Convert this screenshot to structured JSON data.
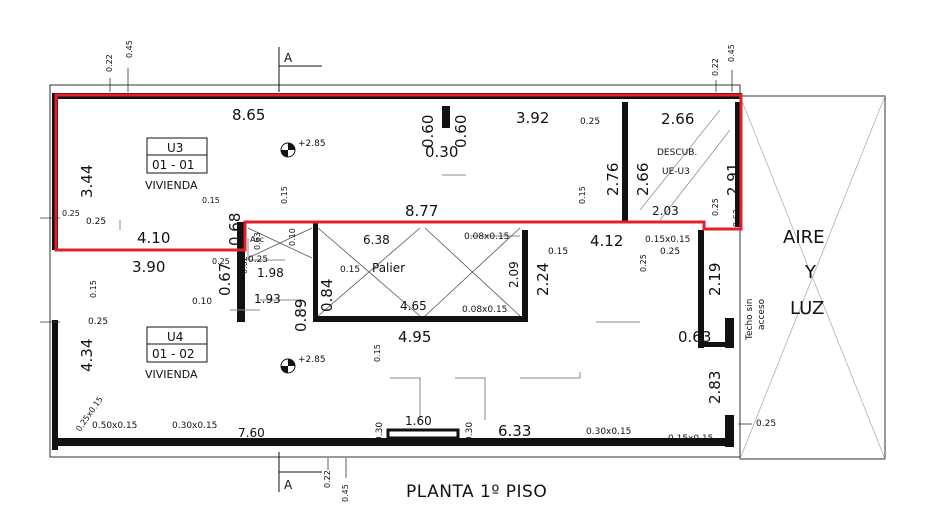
{
  "title": "PLANTA 1º PISO",
  "section_markers": {
    "top": "A",
    "bottom": "A"
  },
  "units": {
    "u3": {
      "code": "U3",
      "number": "01 - 01",
      "use": "VIVIENDA",
      "level": "+2.85"
    },
    "u4": {
      "code": "U4",
      "number": "01 - 02",
      "use": "VIVIENDA",
      "level": "+2.85"
    }
  },
  "rooms": {
    "palier": "Palier",
    "asc": "Asc",
    "descub_1": "DESCUB.",
    "descub_2": "UE-U3",
    "aire_1": "AIRE",
    "aire_2": "Y",
    "aire_3": "LUZ",
    "techo_1": "Techo sin",
    "techo_2": "acceso"
  },
  "dims": {
    "d865": "8.65",
    "d060a": "0.60",
    "d060b": "0.60",
    "d030top": "0.30",
    "d392": "3.92",
    "d025a": "0.25",
    "d266a": "2.66",
    "d276": "2.76",
    "d266b": "2.66",
    "d291": "2.91",
    "d344": "3.44",
    "d015a": "0.15",
    "d015b": "0.15",
    "d068": "0.68",
    "d877": "8.77",
    "d203": "2.03",
    "d025b": "0.25",
    "d063a": "0.63",
    "d025c": "0.25",
    "d410": "4.10",
    "d063b": "0.63",
    "d010": "0.10",
    "d638": "6.38",
    "d008x015a": "0.08x0.15",
    "d412": "4.12",
    "d015x015": "0.15x0.15",
    "d025d": "0.25",
    "d390": "3.90",
    "d067": "0.67",
    "d062": "0.62",
    "d025e": "0.25",
    "d198": "1.98",
    "d015c": "0.15",
    "d209": "2.09",
    "d224": "2.24",
    "d015d": "0.15",
    "d025f": "0.25",
    "d219": "2.19",
    "d015e": "0.15",
    "d010b": "0.10",
    "d193": "1.93",
    "d084": "0.84",
    "d465": "4.65",
    "d008x015b": "0.08x0.15",
    "d025g": "0.25",
    "d089": "0.89",
    "d495": "4.95",
    "d063c": "0.63",
    "d434": "4.34",
    "d015f": "0.15",
    "d283": "2.83",
    "d025x015": "0.25x0.15",
    "d050x015": "0.50x0.15",
    "d030x015a": "0.30x0.15",
    "d760": "7.60",
    "d030a": "0.30",
    "d160": "1.60",
    "d030b": "0.30",
    "d633": "6.33",
    "d030x015b": "0.30x0.15",
    "d015x015b": "0.15x0.15",
    "d025h": "0.25",
    "d022tl": "0.22",
    "d045tl": "0.45",
    "d022tr": "0.22",
    "d045tr": "0.45",
    "d022b": "0.22",
    "d045b": "0.45",
    "d025left1": "0.25",
    "d025left2": "0.25"
  },
  "colors": {
    "highlight": "#e3202a",
    "wall": "#111111",
    "line": "#333333"
  }
}
